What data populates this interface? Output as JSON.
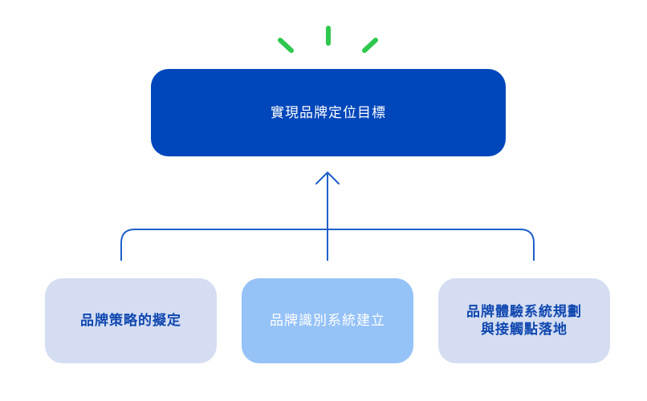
{
  "diagram": {
    "goal": {
      "label": "實現品牌定位目標"
    },
    "pillars": [
      {
        "lines": [
          "品牌策略的擬定"
        ]
      },
      {
        "lines": [
          "品牌識別系統建立"
        ]
      },
      {
        "lines": [
          "品牌體驗系統規劃",
          "與接觸點落地"
        ]
      }
    ],
    "colors": {
      "goal_fill": "#0047BB",
      "goal_text": "#FFFFFF",
      "pillar_light_fill": "#D4DDF1",
      "pillar_light_text": "#0F47B0",
      "pillar_highlight_fill": "#95C2F7",
      "pillar_highlight_text": "#FFFFFF",
      "connector": "#1E5FC8",
      "sparkle": "#2FC84E"
    },
    "icons": [
      "sparkle-icon",
      "arrow-up-icon",
      "bracket-connector"
    ]
  }
}
